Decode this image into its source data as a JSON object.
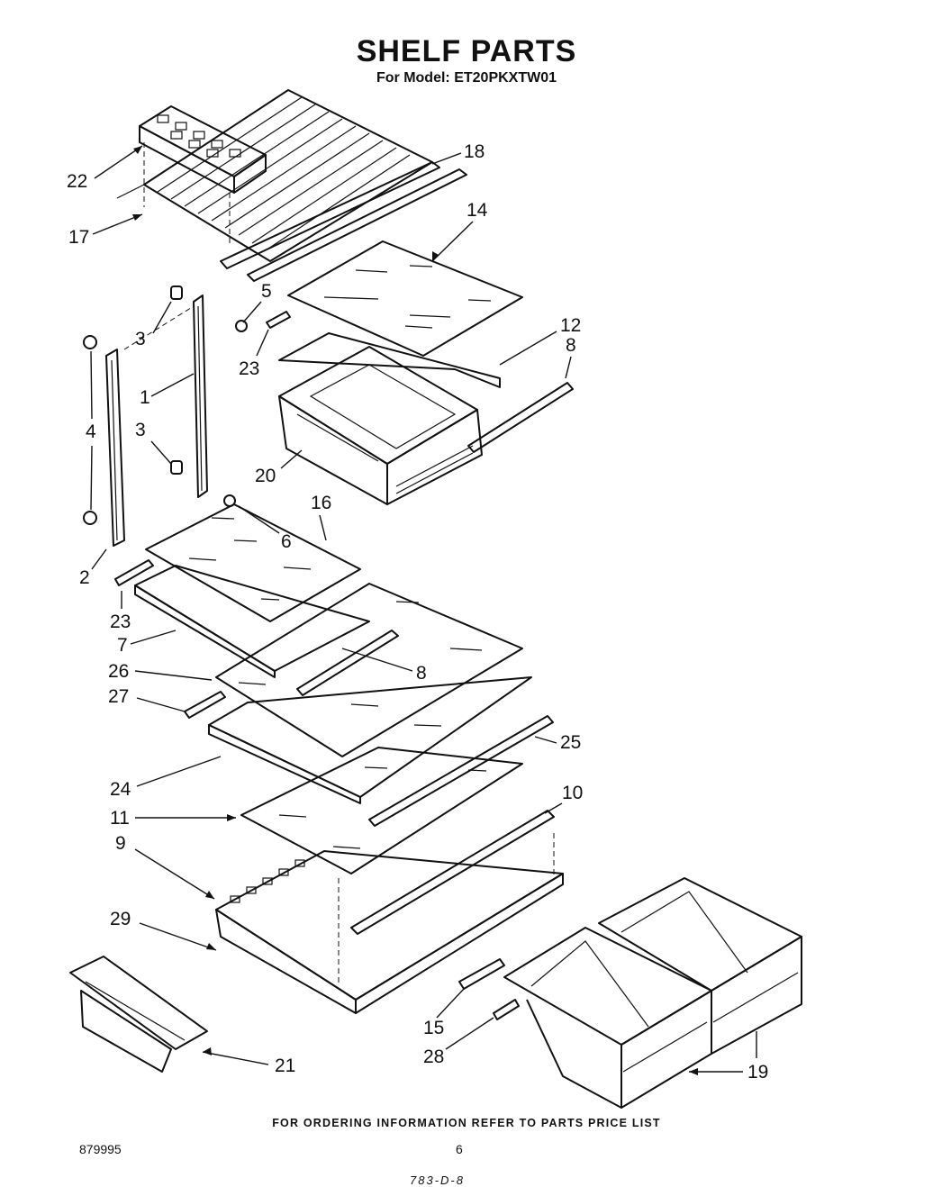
{
  "header": {
    "title": "SHELF PARTS",
    "subtitle": "For Model: ET20PKXTW01"
  },
  "callouts": [
    {
      "id": "22",
      "label": "22"
    },
    {
      "id": "18",
      "label": "18"
    },
    {
      "id": "17",
      "label": "17"
    },
    {
      "id": "14",
      "label": "14"
    },
    {
      "id": "5",
      "label": "5"
    },
    {
      "id": "3a",
      "label": "3"
    },
    {
      "id": "12",
      "label": "12"
    },
    {
      "id": "8a",
      "label": "8"
    },
    {
      "id": "23a",
      "label": "23"
    },
    {
      "id": "1",
      "label": "1"
    },
    {
      "id": "4",
      "label": "4"
    },
    {
      "id": "3b",
      "label": "3"
    },
    {
      "id": "20",
      "label": "20"
    },
    {
      "id": "16",
      "label": "16"
    },
    {
      "id": "6",
      "label": "6"
    },
    {
      "id": "2",
      "label": "2"
    },
    {
      "id": "23b",
      "label": "23"
    },
    {
      "id": "7",
      "label": "7"
    },
    {
      "id": "26",
      "label": "26"
    },
    {
      "id": "8b",
      "label": "8"
    },
    {
      "id": "27",
      "label": "27"
    },
    {
      "id": "25",
      "label": "25"
    },
    {
      "id": "24",
      "label": "24"
    },
    {
      "id": "10",
      "label": "10"
    },
    {
      "id": "11",
      "label": "11"
    },
    {
      "id": "9",
      "label": "9"
    },
    {
      "id": "29",
      "label": "29"
    },
    {
      "id": "15",
      "label": "15"
    },
    {
      "id": "28",
      "label": "28"
    },
    {
      "id": "19",
      "label": "19"
    },
    {
      "id": "21",
      "label": "21"
    }
  ],
  "footer": {
    "note": "FOR ORDERING INFORMATION REFER TO PARTS PRICE LIST",
    "code": "879995",
    "page": "6",
    "stamp": "783-D-8"
  }
}
